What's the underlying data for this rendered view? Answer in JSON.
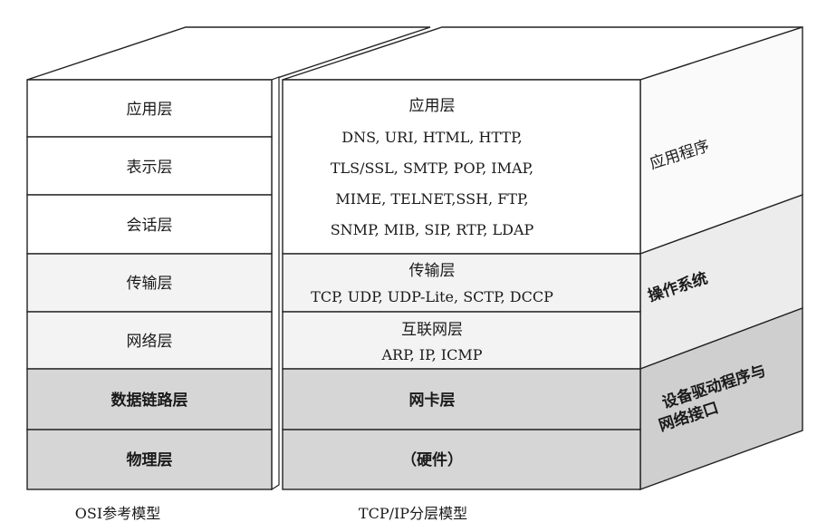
{
  "osi": {
    "caption": "OSI参考模型",
    "layers": [
      "应用层",
      "表示层",
      "会话层",
      "传输层",
      "网络层",
      "数据链路层",
      "物理层"
    ]
  },
  "tcpip": {
    "caption": "TCP/IP分层模型",
    "application": {
      "name": "应用层",
      "protocols": [
        "DNS, URI, HTML, HTTP,",
        "TLS/SSL, SMTP, POP, IMAP,",
        "MIME, TELNET,SSH, FTP,",
        "SNMP, MIB, SIP, RTP, LDAP"
      ]
    },
    "transport": {
      "name": "传输层",
      "protocols": "TCP, UDP, UDP-Lite, SCTP, DCCP"
    },
    "internet": {
      "name": "互联网层",
      "protocols": "ARP, IP, ICMP"
    },
    "link": {
      "name": "网卡层"
    },
    "hardware": {
      "name": "（硬件）"
    }
  },
  "side_labels": {
    "application": "应用程序",
    "os": "操作系统",
    "driver_line1": "设备驱动程序与",
    "driver_line2": "网络接口"
  },
  "colors": {
    "light_fill": "#f7f7f7",
    "mid_fill": "#f1f1f1",
    "dark_fill": "#d6d6d6",
    "side_light": "#fafafa",
    "side_mid": "#ececec",
    "side_dark": "#cfcfcf"
  }
}
